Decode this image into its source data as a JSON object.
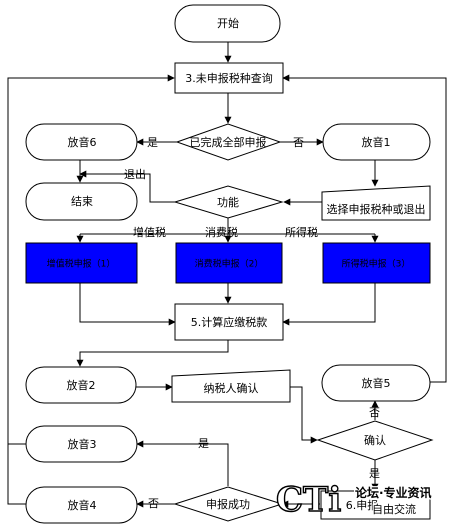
{
  "nodes": {
    "start": "开始",
    "query": "3.未申报税种查询",
    "done_all": "已完成全部申报",
    "play6": "放音6",
    "play1": "放音1",
    "end": "结束",
    "function": "功能",
    "select": "选择申报税种或退出",
    "vat": "增值税申报（1）",
    "consumption": "消费税申报（2）",
    "income": "所得税申报（3）",
    "calc": "5.计算应缴税款",
    "play2": "放音2",
    "taxpayer_confirm": "纳税人确认",
    "play5": "放音5",
    "confirm": "确认",
    "play3": "放音3",
    "play4": "放音4",
    "declare_ok": "申报成功",
    "declare_box": "6.申报"
  },
  "edges": {
    "yes_left": "是",
    "no_right": "否",
    "exit": "退出",
    "vat": "增值税",
    "consumption": "消费税",
    "income": "所得税",
    "confirm_no": "否",
    "confirm_yes": "是",
    "success_yes": "是",
    "success_no": "否"
  },
  "watermark": {
    "logo": "CTi",
    "line1": "论坛·专业资讯",
    "line2": "自由交流"
  },
  "colors": {
    "box_fill": "#0000ff",
    "stroke": "#000000"
  }
}
